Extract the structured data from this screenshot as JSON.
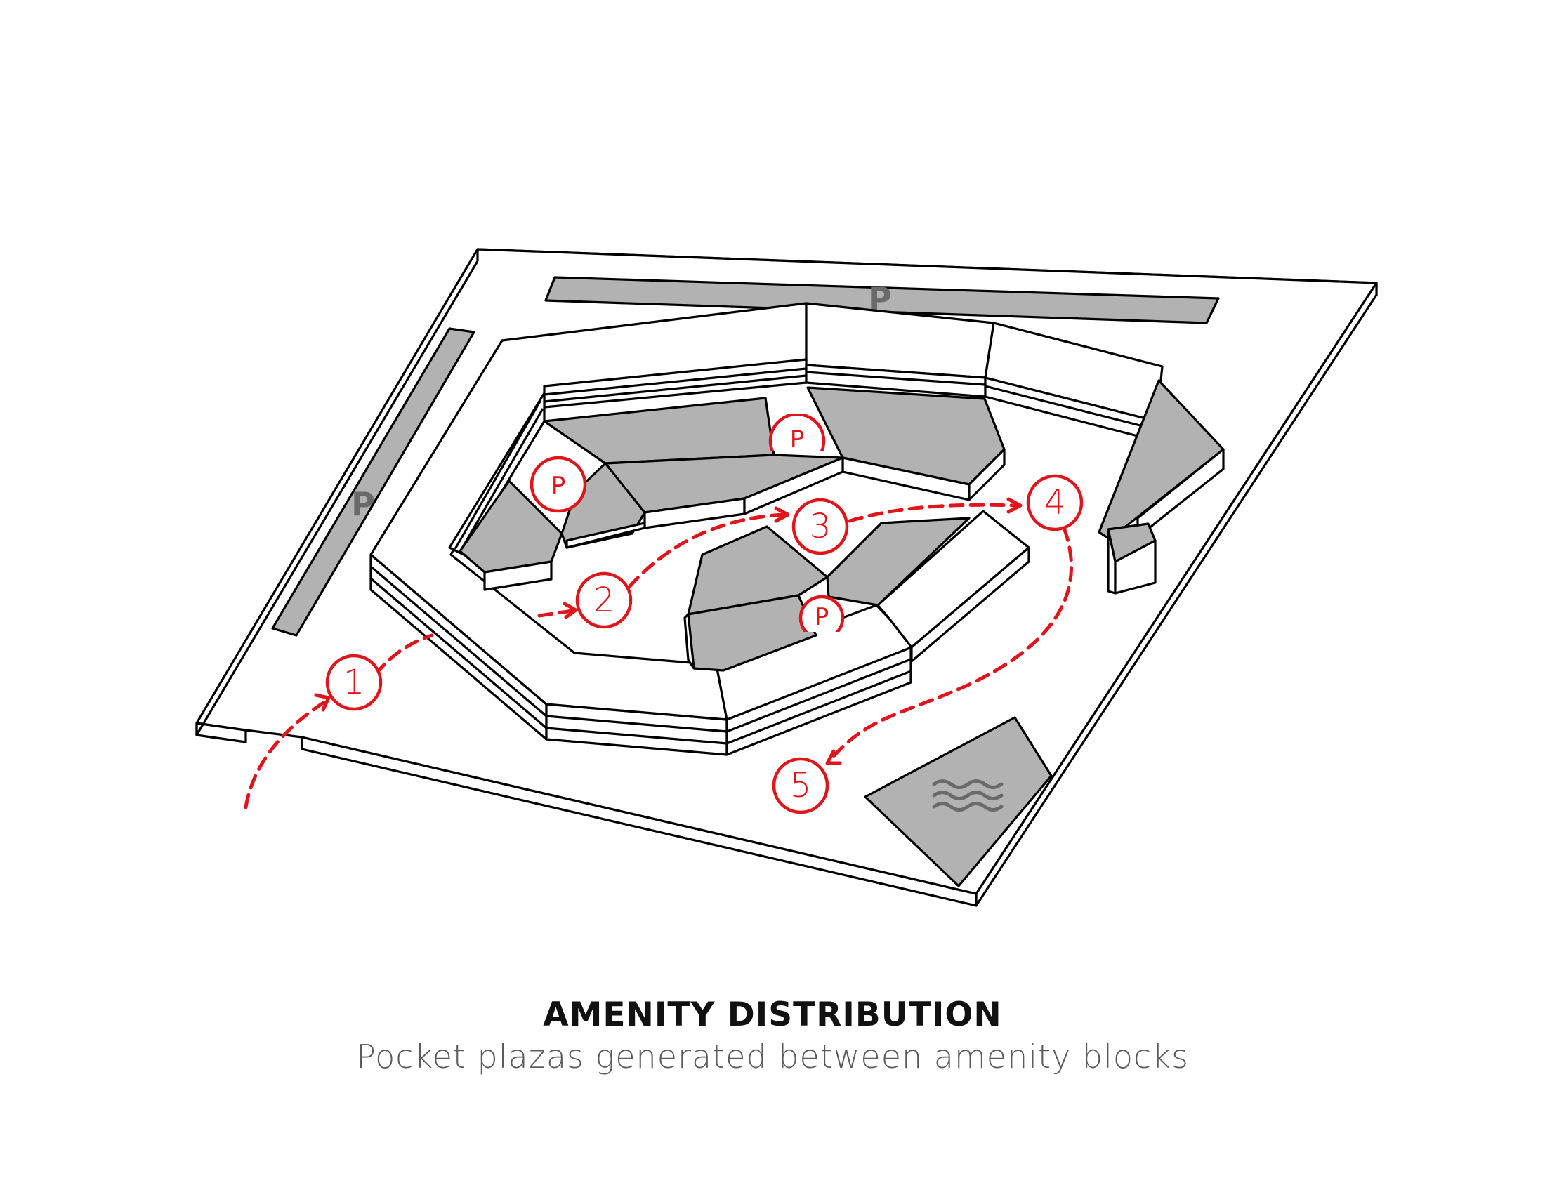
{
  "diagram": {
    "title": "AMENITY DISTRIBUTION",
    "subtitle": "Pocket plazas generated between amenity blocks",
    "parking_labels": [
      "P",
      "P"
    ],
    "pocket_plaza_labels": [
      "P",
      "P",
      "P"
    ],
    "route_markers": [
      "1",
      "2",
      "3",
      "4",
      "5"
    ],
    "colors": {
      "route": "#e0141b",
      "building_roof": "#b2b2b2",
      "parking_label": "#6a6a6a",
      "outline": "#000000"
    }
  }
}
